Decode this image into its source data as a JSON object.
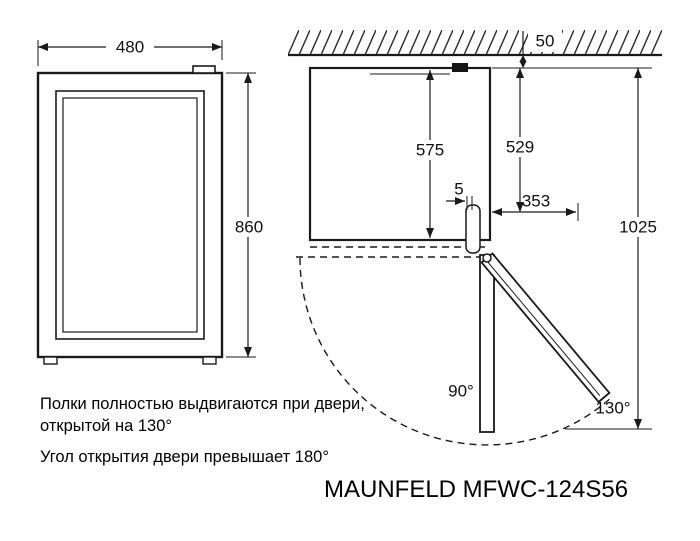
{
  "drawing": {
    "front_view": {
      "width": "480",
      "height": "860"
    },
    "top_view": {
      "wall_gap": "50",
      "depth": "575",
      "depth_door_open": "529",
      "hinge_offset": "5",
      "door_extension": "353",
      "total_depth": "1025",
      "angle_90": "90°",
      "angle_130": "130°"
    }
  },
  "notes": {
    "line1": "Полки полностью выдвигаются при двери,",
    "line2": "открытой на 130°",
    "line3": "Угол открытия двери превышает 180°"
  },
  "model": "MAUNFELD MFWC-124S56",
  "colors": {
    "line": "#1a1a1a",
    "background": "#ffffff"
  }
}
